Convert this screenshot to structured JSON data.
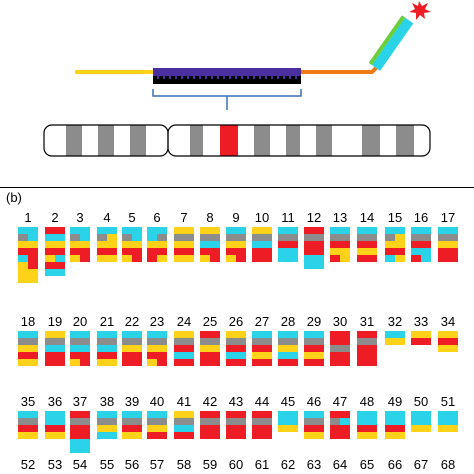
{
  "panel_label": "(b)",
  "colors": {
    "C": "#2ad3e8",
    "Y": "#ffd21a",
    "R": "#ee1c24",
    "G": "#8c8c8c",
    "P": "#4b2ea0",
    "B": "#000000",
    "O": "#f07a14",
    "L": "#6ccf3a",
    "S": "#ee1c24"
  },
  "rows": [
    [
      {
        "n": "1",
        "blocks": [
          "C",
          "GC",
          "Y",
          "R",
          "CR",
          "YR",
          "Y",
          "Y"
        ]
      },
      {
        "n": "2",
        "blocks": [
          "R",
          "C",
          "Y",
          "R",
          "YC",
          "R",
          "C"
        ]
      },
      {
        "n": "3",
        "blocks": [
          "C",
          "GC",
          "Y",
          "R",
          "YR"
        ]
      },
      {
        "n": "4",
        "blocks": [
          "C",
          "GY",
          "Y",
          "R",
          "Y"
        ]
      },
      {
        "n": "5",
        "blocks": [
          "C",
          "GC",
          "Y",
          "R",
          "YR"
        ]
      },
      {
        "n": "6",
        "blocks": [
          "C",
          "CG",
          "Y",
          "R",
          "RY"
        ]
      },
      {
        "n": "7",
        "blocks": [
          "Y",
          "G",
          "Y",
          "R",
          "Y"
        ]
      },
      {
        "n": "8",
        "blocks": [
          "Y",
          "G",
          "C",
          "R",
          "YR"
        ]
      },
      {
        "n": "9",
        "blocks": [
          "C",
          "G",
          "Y",
          "R",
          "YR"
        ]
      },
      {
        "n": "10",
        "blocks": [
          "Y",
          "G",
          "C",
          "R",
          "R"
        ]
      },
      {
        "n": "11",
        "blocks": [
          "C",
          "G",
          "R",
          "C",
          "C"
        ]
      },
      {
        "n": "12",
        "blocks": [
          "R",
          "G",
          "R",
          "R",
          "C",
          "C"
        ]
      },
      {
        "n": "13",
        "blocks": [
          "C",
          "G",
          "R",
          "Y",
          "RY"
        ]
      },
      {
        "n": "14",
        "blocks": [
          "C",
          "G",
          "R",
          "Y",
          "R"
        ]
      },
      {
        "n": "15",
        "blocks": [
          "C",
          "GY",
          "Y",
          "R",
          "CY"
        ]
      },
      {
        "n": "16",
        "blocks": [
          "C",
          "G",
          "R",
          "C",
          "RC"
        ]
      },
      {
        "n": "17",
        "blocks": [
          "C",
          "G",
          "Y",
          "R",
          "R"
        ]
      }
    ],
    [
      {
        "n": "18",
        "blocks": [
          "C",
          "G",
          "Y",
          "R",
          "Y"
        ]
      },
      {
        "n": "19",
        "blocks": [
          "Y",
          "G",
          "C",
          "R",
          "R"
        ]
      },
      {
        "n": "20",
        "blocks": [
          "C",
          "G",
          "C",
          "R",
          "YR"
        ]
      },
      {
        "n": "21",
        "blocks": [
          "C",
          "G",
          "C",
          "R",
          "Y"
        ]
      },
      {
        "n": "22",
        "blocks": [
          "C",
          "G",
          "Y",
          "R",
          "R"
        ]
      },
      {
        "n": "23",
        "blocks": [
          "C",
          "G",
          "Y",
          "R",
          "YR"
        ]
      },
      {
        "n": "24",
        "blocks": [
          "Y",
          "G",
          "R",
          "C",
          "R"
        ]
      },
      {
        "n": "25",
        "blocks": [
          "R",
          "G",
          "Y",
          "R",
          "R"
        ]
      },
      {
        "n": "26",
        "blocks": [
          "Y",
          "G",
          "R",
          "C",
          "R"
        ]
      },
      {
        "n": "27",
        "blocks": [
          "C",
          "G",
          "R",
          "Y",
          "R"
        ]
      },
      {
        "n": "28",
        "blocks": [
          "C",
          "G",
          "Y",
          "C",
          "R"
        ]
      },
      {
        "n": "29",
        "blocks": [
          "C",
          "G",
          "R",
          "Y",
          "R"
        ]
      },
      {
        "n": "30",
        "blocks": [
          "R",
          "R",
          "G",
          "R",
          "R"
        ]
      },
      {
        "n": "31",
        "blocks": [
          "R",
          "G",
          "R",
          "R",
          "R"
        ]
      },
      {
        "n": "32",
        "blocks": [
          "C",
          "Y"
        ]
      },
      {
        "n": "33",
        "blocks": [
          "Y",
          "R"
        ]
      },
      {
        "n": "34",
        "blocks": [
          "Y",
          "R",
          "Y"
        ]
      }
    ],
    [
      {
        "n": "35",
        "blocks": [
          "C",
          "G",
          "R",
          "Y"
        ]
      },
      {
        "n": "36",
        "blocks": [
          "C",
          "C",
          "R",
          "Y"
        ]
      },
      {
        "n": "37",
        "blocks": [
          "R",
          "G",
          "R",
          "R",
          "C",
          "C"
        ]
      },
      {
        "n": "38",
        "blocks": [
          "C",
          "G",
          "Y",
          "C"
        ]
      },
      {
        "n": "39",
        "blocks": [
          "C",
          "G",
          "R",
          "Y"
        ]
      },
      {
        "n": "40",
        "blocks": [
          "C",
          "G",
          "Y",
          "R"
        ]
      },
      {
        "n": "41",
        "blocks": [
          "Y",
          "G",
          "C",
          "R"
        ]
      },
      {
        "n": "42",
        "blocks": [
          "R",
          "G",
          "R",
          "R"
        ]
      },
      {
        "n": "43",
        "blocks": [
          "R",
          "G",
          "R",
          "R"
        ]
      },
      {
        "n": "44",
        "blocks": [
          "R",
          "G",
          "R",
          "R"
        ]
      },
      {
        "n": "45",
        "blocks": [
          "C",
          "C",
          "Y"
        ]
      },
      {
        "n": "46",
        "blocks": [
          "C",
          "G",
          "R",
          "Y"
        ]
      },
      {
        "n": "47",
        "blocks": [
          "R",
          "GC",
          "R",
          "R"
        ]
      },
      {
        "n": "48",
        "blocks": [
          "C",
          "C",
          "R",
          "Y"
        ]
      },
      {
        "n": "49",
        "blocks": [
          "C",
          "C",
          "R",
          "Y"
        ]
      },
      {
        "n": "50",
        "blocks": [
          "C",
          "C",
          "Y"
        ]
      },
      {
        "n": "51",
        "blocks": [
          "C",
          "C",
          "Y"
        ]
      }
    ],
    [
      {
        "n": "52",
        "blocks": [
          "C"
        ]
      },
      {
        "n": "53",
        "blocks": [
          "C"
        ]
      },
      {
        "n": "54",
        "blocks": [
          "R"
        ]
      },
      {
        "n": "55",
        "blocks": [
          "C"
        ]
      },
      {
        "n": "56",
        "blocks": [
          "C"
        ]
      },
      {
        "n": "57",
        "blocks": [
          "C"
        ]
      },
      {
        "n": "58",
        "blocks": [
          "C"
        ]
      },
      {
        "n": "59",
        "blocks": [
          "R"
        ]
      },
      {
        "n": "60",
        "blocks": [
          "R"
        ]
      },
      {
        "n": "61",
        "blocks": [
          "R"
        ]
      },
      {
        "n": "62",
        "blocks": [
          "R"
        ]
      },
      {
        "n": "63",
        "blocks": [
          "C"
        ]
      },
      {
        "n": "64",
        "blocks": [
          "R"
        ]
      },
      {
        "n": "65",
        "blocks": [
          "C"
        ]
      },
      {
        "n": "66",
        "blocks": [
          "C"
        ]
      },
      {
        "n": "67",
        "blocks": [
          "C"
        ]
      },
      {
        "n": "68",
        "blocks": [
          "C"
        ]
      }
    ]
  ]
}
